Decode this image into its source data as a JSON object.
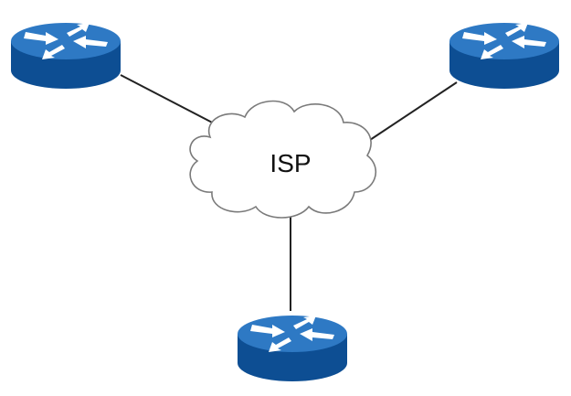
{
  "diagram": {
    "cloud_label": "ISP",
    "nodes": [
      {
        "id": "router-top-left",
        "type": "router",
        "icon": "router-icon"
      },
      {
        "id": "router-top-right",
        "type": "router",
        "icon": "router-icon"
      },
      {
        "id": "router-bottom",
        "type": "router",
        "icon": "router-icon"
      },
      {
        "id": "isp-cloud",
        "type": "cloud",
        "icon": "cloud-icon"
      }
    ],
    "links": [
      {
        "from": "router-top-left",
        "to": "isp-cloud"
      },
      {
        "from": "router-top-right",
        "to": "isp-cloud"
      },
      {
        "from": "router-bottom",
        "to": "isp-cloud"
      }
    ],
    "colors": {
      "router_top": "#2e79c4",
      "router_side": "#0d4e93",
      "router_side_dark": "#0a3f7a",
      "router_arrows": "#ffffff",
      "cloud_stroke": "#7a7a7a",
      "cloud_fill": "#ffffff",
      "link": "#222222"
    }
  }
}
